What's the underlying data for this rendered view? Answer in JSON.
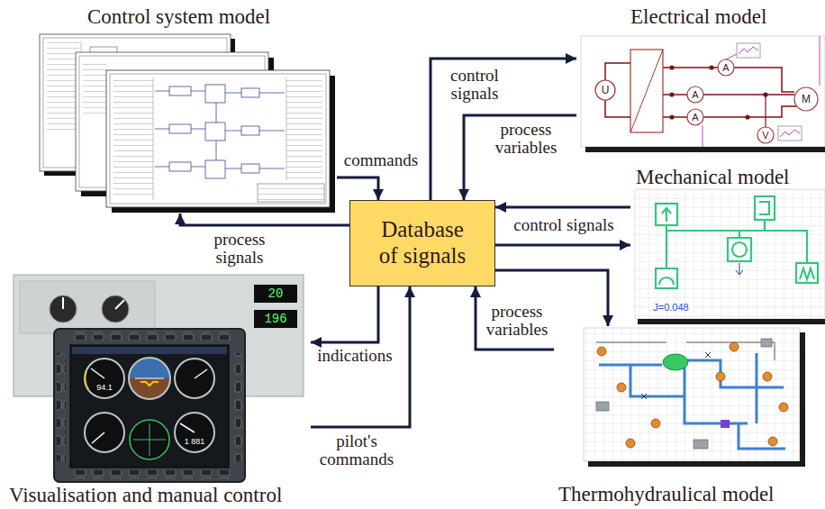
{
  "diagram": {
    "nodes": [
      {
        "text": [
          "Control system model"
        ]
      },
      {
        "text": [
          "Electrical model"
        ]
      },
      {
        "text": [
          "Mechanical model"
        ]
      },
      {
        "text": [
          "Database of signals"
        ]
      },
      {
        "text": [
          "Visualisation and manual control"
        ]
      },
      {
        "text": [
          "Thermohydraulical model"
        ]
      }
    ],
    "edges": [
      {
        "from": 0,
        "to": 3,
        "label": "commands",
        "arrow": "to"
      },
      {
        "from": 3,
        "to": 0,
        "label": "process signals",
        "arrow": "to"
      },
      {
        "from": 3,
        "to": 1,
        "label": "control signals",
        "arrow": "to"
      },
      {
        "from": 1,
        "to": 3,
        "label": "process variables",
        "arrow": "to"
      },
      {
        "from": 2,
        "to": 3,
        "arrow": "to"
      },
      {
        "from": 3,
        "to": 2,
        "label": "control signals",
        "arrow": "to"
      },
      {
        "from": 3,
        "to": 5,
        "arrow": "to"
      },
      {
        "from": 5,
        "to": 3,
        "label": "process variables",
        "arrow": "to"
      },
      {
        "from": 3,
        "to": 4,
        "label": "indications",
        "arrow": "to"
      },
      {
        "from": 4,
        "to": 3,
        "label": "pilot's commands",
        "arrow": "to"
      }
    ],
    "labels": [
      "U",
      "A",
      "A",
      "A",
      "V",
      "M",
      "J=0.048",
      "20",
      "196",
      "94.1",
      "1 881"
    ]
  }
}
